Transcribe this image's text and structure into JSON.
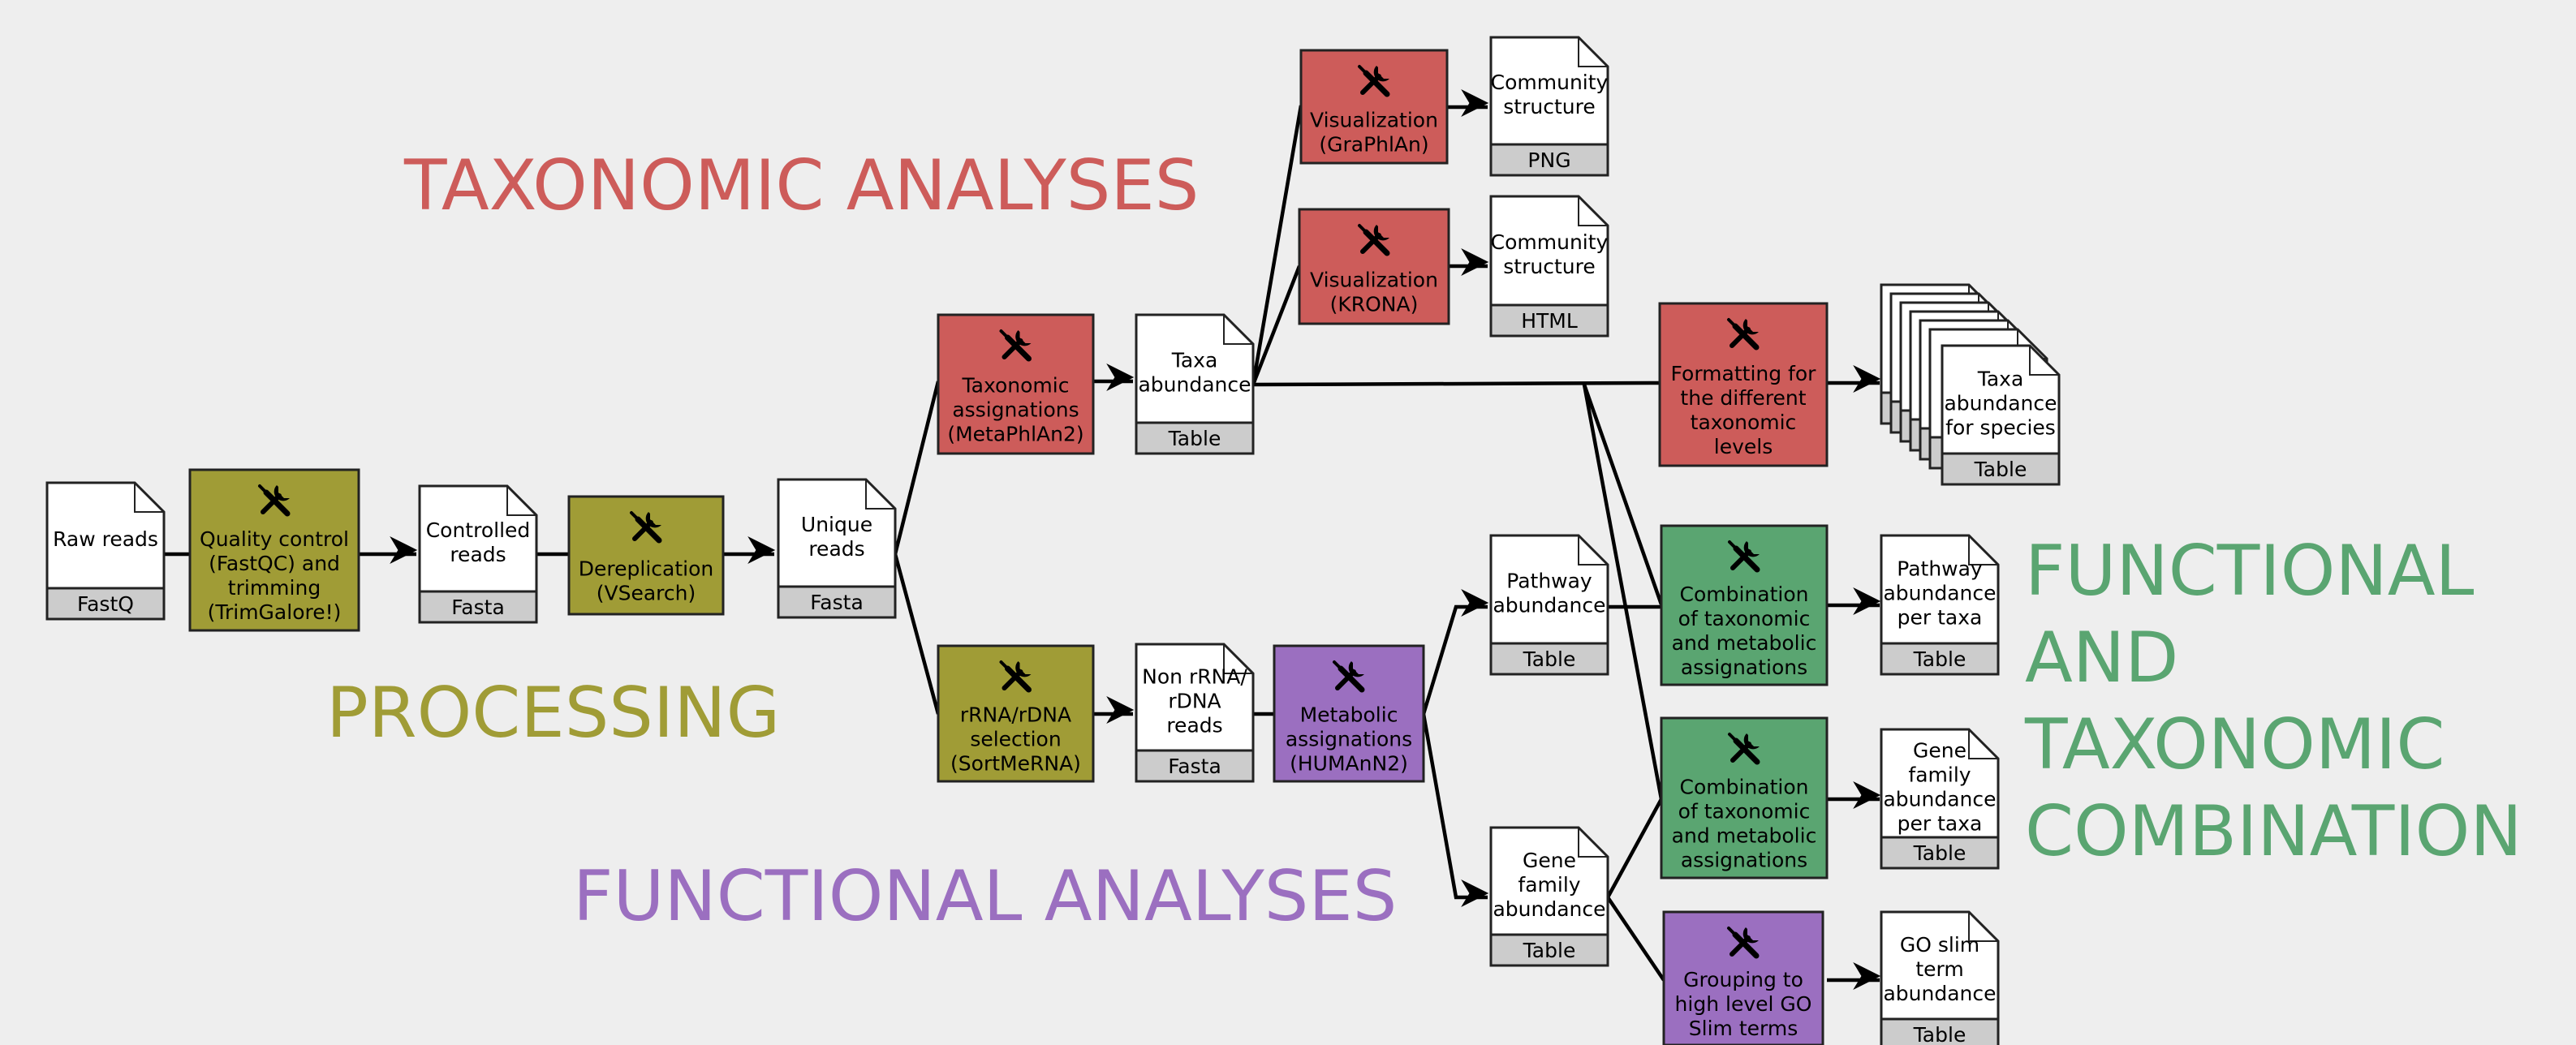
{
  "colors": {
    "taxonomic": "#cd5c5a",
    "processing": "#a09c36",
    "functional": "#9b6fc0",
    "combination": "#5aa571",
    "file": "#ffffff",
    "file_tag": "#cccccc",
    "background": "#eeeeee"
  },
  "sections": {
    "taxonomic": "TAXONOMIC ANALYSES",
    "processing": "PROCESSING",
    "functional": "FUNCTIONAL ANALYSES",
    "combination": [
      "FUNCTIONAL",
      "AND",
      "TAXONOMIC",
      "COMBINATION"
    ]
  },
  "tools": {
    "quality_control": {
      "lines": [
        "Quality control",
        "(FastQC) and",
        "trimming",
        "(TrimGalore!)"
      ],
      "icon": "tools-icon",
      "category": "processing"
    },
    "dereplication": {
      "lines": [
        "Dereplication",
        "(VSearch)"
      ],
      "icon": "tools-icon",
      "category": "processing"
    },
    "rrna_selection": {
      "lines": [
        "rRNA/rDNA",
        "selection",
        "(SortMeRNA)"
      ],
      "icon": "tools-icon",
      "category": "processing"
    },
    "taxonomic_assignations": {
      "lines": [
        "Taxonomic",
        "assignations",
        "(MetaPhlAn2)"
      ],
      "icon": "tools-icon",
      "category": "taxonomic"
    },
    "visualization_graphlan": {
      "lines": [
        "Visualization",
        "(GraPhlAn)"
      ],
      "icon": "tools-icon",
      "category": "taxonomic"
    },
    "visualization_krona": {
      "lines": [
        "Visualization",
        "(KRONA)"
      ],
      "icon": "tools-icon",
      "category": "taxonomic"
    },
    "formatting": {
      "lines": [
        "Formatting for",
        "the different",
        "taxonomic",
        "levels"
      ],
      "icon": "tools-icon",
      "category": "taxonomic"
    },
    "metabolic_assignations": {
      "lines": [
        "Metabolic",
        "assignations",
        "(HUMAnN2)"
      ],
      "icon": "tools-icon",
      "category": "functional"
    },
    "combination_1": {
      "lines": [
        "Combination",
        "of taxonomic",
        "and metabolic",
        "assignations"
      ],
      "icon": "tools-icon",
      "category": "combination"
    },
    "combination_2": {
      "lines": [
        "Combination",
        "of taxonomic",
        "and metabolic",
        "assignations"
      ],
      "icon": "tools-icon",
      "category": "combination"
    },
    "grouping": {
      "lines": [
        "Grouping to",
        "high level GO",
        "Slim terms"
      ],
      "icon": "tools-icon",
      "category": "functional"
    }
  },
  "files": {
    "raw_reads": {
      "lines": [
        "Raw reads"
      ],
      "format": "FastQ"
    },
    "controlled_reads": {
      "lines": [
        "Controlled",
        "reads"
      ],
      "format": "Fasta"
    },
    "unique_reads": {
      "lines": [
        "Unique",
        "reads"
      ],
      "format": "Fasta"
    },
    "taxa_abundance": {
      "lines": [
        "Taxa",
        "abundance"
      ],
      "format": "Table"
    },
    "non_rrna_reads": {
      "lines": [
        "Non rRNA/",
        "rDNA",
        "reads"
      ],
      "format": "Fasta"
    },
    "community_png": {
      "lines": [
        "Community",
        "structure"
      ],
      "format": "PNG"
    },
    "community_html": {
      "lines": [
        "Community",
        "structure"
      ],
      "format": "HTML"
    },
    "taxa_species": {
      "lines": [
        "Taxa",
        "abundance",
        "for species"
      ],
      "format": "Table"
    },
    "pathway_abundance": {
      "lines": [
        "Pathway",
        "abundance"
      ],
      "format": "Table"
    },
    "gene_family_abundance": {
      "lines": [
        "Gene",
        "family",
        "abundance"
      ],
      "format": "Table"
    },
    "pathway_per_taxa": {
      "lines": [
        "Pathway",
        "abundance",
        "per taxa"
      ],
      "format": "Table"
    },
    "gene_family_per_taxa": {
      "lines": [
        "Gene",
        "family",
        "abundance",
        "per taxa"
      ],
      "format": "Table"
    },
    "go_slim": {
      "lines": [
        "GO slim",
        "term",
        "abundance"
      ],
      "format": "Table"
    }
  }
}
